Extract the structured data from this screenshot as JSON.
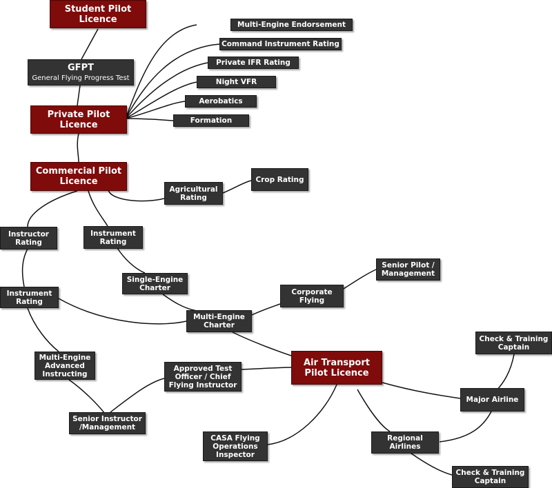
{
  "nodes": {
    "student_pilot": [
      "Student Pilot",
      "Licence"
    ],
    "gfpt": {
      "title": "GFPT",
      "subtitle": "General Flying Progress Test"
    },
    "private_pilot": [
      "Private Pilot",
      "Licence"
    ],
    "multi_engine_endorsement": [
      "Multi-Engine Endorsement"
    ],
    "command_instrument": [
      "Command Instrument Rating"
    ],
    "private_ifr": [
      "Private IFR Rating"
    ],
    "night_vfr": [
      "Night VFR"
    ],
    "aerobatics": [
      "Aerobatics"
    ],
    "formation": [
      "Formation"
    ],
    "commercial_pilot": [
      "Commercial Pilot",
      "Licence"
    ],
    "agricultural": [
      "Agricultural",
      "Rating"
    ],
    "crop": [
      "Crop Rating"
    ],
    "instructor_rating": [
      "Instructor",
      "Rating"
    ],
    "instrument_rating_1": [
      "Instrument",
      "Rating"
    ],
    "instrument_rating_2": [
      "Instrument",
      "Rating"
    ],
    "single_engine_charter": [
      "Single-Engine",
      "Charter"
    ],
    "senior_pilot": [
      "Senior Pilot /",
      "Management"
    ],
    "corporate_flying": [
      "Corporate",
      "Flying"
    ],
    "multi_engine_charter": [
      "Multi-Engine",
      "Charter"
    ],
    "multi_engine_advanced": [
      "Multi-Engine",
      "Advanced",
      "Instructing"
    ],
    "approved_test_officer": [
      "Approved Test",
      "Officer / Chief",
      "Flying Instructor"
    ],
    "air_transport": [
      "Air Transport",
      "Pilot Licence"
    ],
    "check_training_1": [
      "Check & Training",
      "Captain"
    ],
    "major_airline": [
      "Major Airline"
    ],
    "senior_instructor": [
      "Senior Instructor",
      "/Management"
    ],
    "casa_inspector": [
      "CASA Flying",
      "Operations",
      "Inspector"
    ],
    "regional_airlines": [
      "Regional",
      "Airlines"
    ],
    "check_training_2": [
      "Check & Training",
      "Captain"
    ]
  },
  "colors": {
    "licence_box": "#7f0b0b",
    "rating_box": "#333333",
    "connector": "#111111"
  }
}
